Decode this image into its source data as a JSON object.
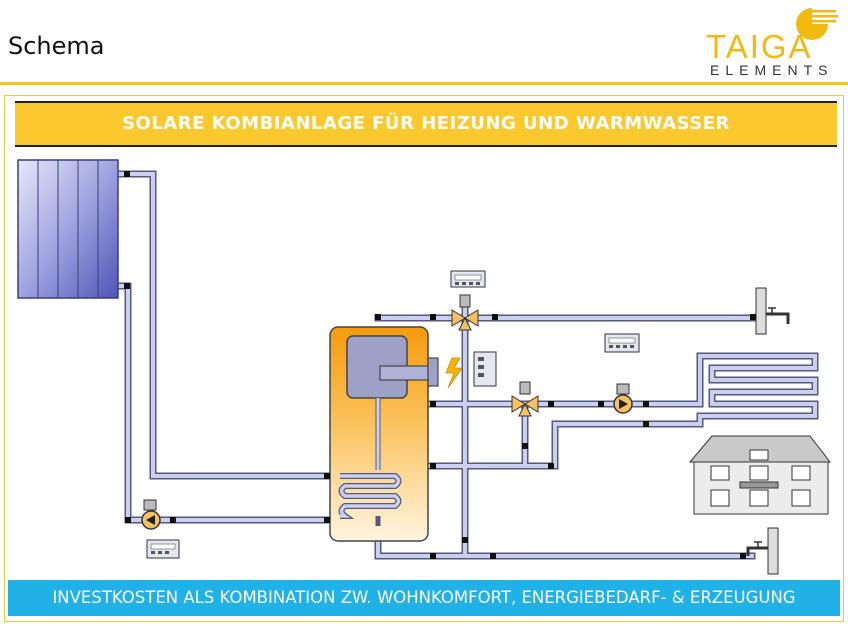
{
  "header": {
    "title": "Schema",
    "logo": {
      "brand": "TAIGA",
      "sub": "ELEMENTS",
      "color": "#f2b90f"
    }
  },
  "banner": {
    "text": "SOLARE KOMBIANLAGE FÜR HEIZUNG UND WARMWASSER",
    "color": "#fbc92e"
  },
  "footer": {
    "text": "INVESTKOSTEN ALS KOMBINATION ZW. WOHNKOMFORT, ENERGIEBEDARF- & ERZEUGUNG",
    "color": "#20b1e6"
  },
  "diagram": {
    "components": [
      "solar-collector",
      "storage-tank",
      "boiler",
      "electric-heater",
      "solar-pump",
      "heating-pump",
      "mixing-valve",
      "floor-heating",
      "house",
      "controller"
    ]
  }
}
